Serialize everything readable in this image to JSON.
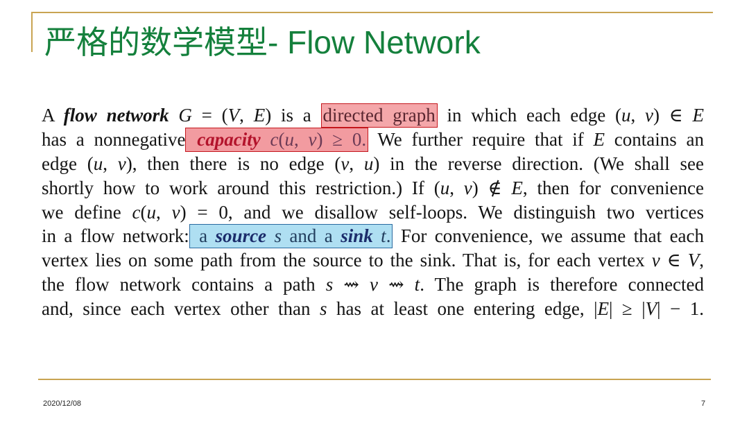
{
  "title": "严格的数学模型- Flow Network",
  "colors": {
    "title": "#14803c",
    "rule": "#c8a452",
    "text": "#141414",
    "footer_text": "#222222"
  },
  "body": {
    "lines": [
      [
        {
          "t": "A "
        },
        {
          "t": "flow network",
          "b": true,
          "i": true
        },
        {
          "t": " "
        },
        {
          "t": "G",
          "i": true
        },
        {
          "t": " = ("
        },
        {
          "t": "V",
          "i": true
        },
        {
          "t": ", "
        },
        {
          "t": "E",
          "i": true
        },
        {
          "t": ") is a "
        },
        {
          "fill": "#f4a7aa",
          "border": "#c4161c",
          "ink": "#5a2630",
          "parts": [
            {
              "t": "directed graph"
            }
          ]
        },
        {
          "t": " in which each edge ("
        },
        {
          "t": "u",
          "i": true
        },
        {
          "t": ", "
        },
        {
          "t": "v",
          "i": true
        },
        {
          "t": ") ∈ "
        },
        {
          "t": "E",
          "i": true
        }
      ],
      [
        {
          "t": "has a nonnegative"
        },
        {
          "fill": "#f29ba0",
          "border": "#c4161c",
          "ink": "#6b3a55",
          "strong": "#b3132b",
          "parts": [
            {
              "t": " capacity",
              "b": true,
              "i": true
            },
            {
              "t": " "
            },
            {
              "t": "c",
              "i": true
            },
            {
              "t": "("
            },
            {
              "t": "u",
              "i": true
            },
            {
              "t": ", "
            },
            {
              "t": "v",
              "i": true
            },
            {
              "t": ") ≥ 0."
            }
          ]
        },
        {
          "t": " We further require that if "
        },
        {
          "t": "E",
          "i": true
        },
        {
          "t": " contains an"
        }
      ],
      [
        {
          "t": "edge ("
        },
        {
          "t": "u",
          "i": true
        },
        {
          "t": ", "
        },
        {
          "t": "v",
          "i": true
        },
        {
          "t": "), then there is no edge ("
        },
        {
          "t": "v",
          "i": true
        },
        {
          "t": ", "
        },
        {
          "t": "u",
          "i": true
        },
        {
          "t": ") in the reverse direction. (We shall see"
        }
      ],
      [
        {
          "t": "shortly how to work around this restriction.) If ("
        },
        {
          "t": "u",
          "i": true
        },
        {
          "t": ", "
        },
        {
          "t": "v",
          "i": true
        },
        {
          "t": ") ∉ "
        },
        {
          "t": "E",
          "i": true
        },
        {
          "t": ", then for convenience"
        }
      ],
      [
        {
          "t": "we define "
        },
        {
          "t": "c",
          "i": true
        },
        {
          "t": "("
        },
        {
          "t": "u",
          "i": true
        },
        {
          "t": ", "
        },
        {
          "t": "v",
          "i": true
        },
        {
          "t": ") = 0, and we disallow self-loops. We distinguish two vertices"
        }
      ],
      [
        {
          "t": "in a flow network:"
        },
        {
          "fill": "#afdff2",
          "border": "#2a6aa0",
          "ink": "#223e5e",
          "strong": "#1b2c6b",
          "parts": [
            {
              "t": " a "
            },
            {
              "t": "source",
              "b": true,
              "i": true
            },
            {
              "t": " "
            },
            {
              "t": "s",
              "i": true
            },
            {
              "t": " and a "
            },
            {
              "t": "sink",
              "b": true,
              "i": true
            },
            {
              "t": " "
            },
            {
              "t": "t",
              "i": true
            },
            {
              "t": "."
            }
          ]
        },
        {
          "t": " For convenience, we assume that each"
        }
      ],
      [
        {
          "t": "vertex lies on some path from the source to the sink. That is, for each vertex "
        },
        {
          "t": "v",
          "i": true
        },
        {
          "t": " ∈ "
        },
        {
          "t": "V",
          "i": true
        },
        {
          "t": ","
        }
      ],
      [
        {
          "t": "the flow network contains a path "
        },
        {
          "t": "s",
          "i": true
        },
        {
          "t": " ⇝ "
        },
        {
          "t": "v",
          "i": true
        },
        {
          "t": " ⇝ "
        },
        {
          "t": "t",
          "i": true
        },
        {
          "t": ". The graph is therefore connected"
        }
      ],
      [
        {
          "t": "and, since each vertex other than "
        },
        {
          "t": "s",
          "i": true
        },
        {
          "t": " has at least one entering edge, |"
        },
        {
          "t": "E",
          "i": true
        },
        {
          "t": "| ≥ |"
        },
        {
          "t": "V",
          "i": true
        },
        {
          "t": "| − 1."
        }
      ]
    ]
  },
  "footer": {
    "date": "2020/12/08",
    "page": "7"
  }
}
